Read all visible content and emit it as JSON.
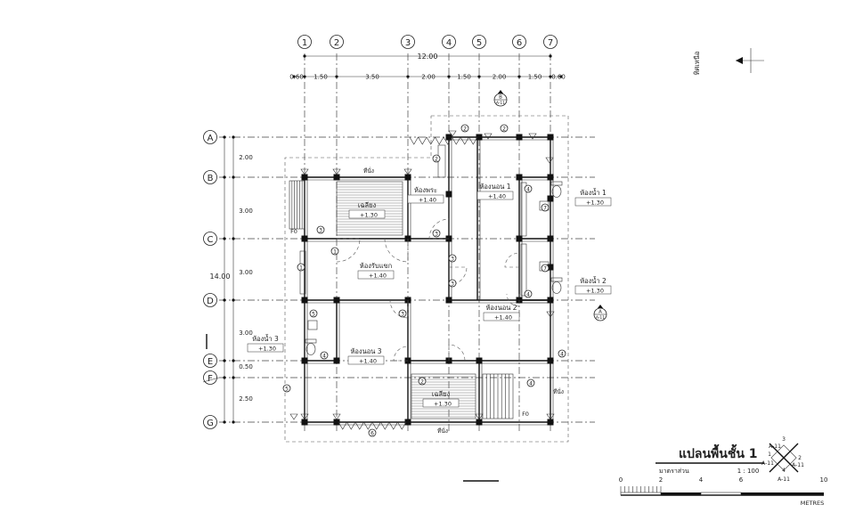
{
  "plan_title": "แปลนพื้นชั้น 1",
  "scale_label": "มาตราส่วน",
  "scale_value": "1 : 100",
  "north_label": "ทิศเหนือ",
  "scale_bar": {
    "ticks": [
      "0",
      "2",
      "4",
      "6",
      "10"
    ],
    "unit": "METRES"
  },
  "grid_columns": [
    "1",
    "2",
    "3",
    "4",
    "5",
    "6",
    "7"
  ],
  "grid_rows": [
    "A",
    "B",
    "C",
    "D",
    "E",
    "F",
    "G"
  ],
  "top_total_dim": "12.00",
  "top_dims": [
    "0.60",
    "1.50",
    "3.50",
    "2.00",
    "1.50",
    "2.00",
    "1.50",
    "0.60"
  ],
  "left_total_dim": "14.00",
  "left_dims": [
    "2.00",
    "3.00",
    "3.00",
    "3.00",
    "0.50",
    "2.50"
  ],
  "rooms": [
    {
      "name": "ห้องพระ",
      "level": "+1.40"
    },
    {
      "name": "ห้องนอน 1",
      "level": "+1.40"
    },
    {
      "name": "ห้องน้ำ 1",
      "level": "+1.30"
    },
    {
      "name": "เฉลียง",
      "level": "+1.30"
    },
    {
      "name": "ห้องรับแขก",
      "level": "+1.40"
    },
    {
      "name": "ห้องน้ำ 2",
      "level": "+1.30"
    },
    {
      "name": "ห้องนอน 2",
      "level": "+1.40"
    },
    {
      "name": "ห้องน้ำ 3",
      "level": "+1.30"
    },
    {
      "name": "ห้องนอน 3",
      "level": "+1.40"
    },
    {
      "name": "เฉลียง",
      "level": "+1.30"
    }
  ],
  "level_marks": [
    "F0",
    "F0"
  ],
  "stair_label": "ทีนั่ง",
  "section_marks": [
    {
      "num": "B",
      "sheet": "A-11"
    },
    {
      "num": "A",
      "sheet": "A-11"
    }
  ],
  "key_marks": [
    "3",
    "1",
    "4",
    "2",
    "A-11",
    "A-11",
    "A-11",
    "A-11"
  ]
}
